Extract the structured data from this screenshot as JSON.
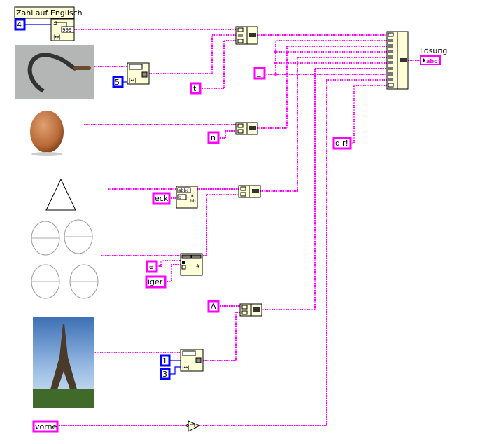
{
  "title_label": "Zahl auf Englisch",
  "indicator_label": "Lösung",
  "indicator_glyph": "abc",
  "number_constants": {
    "four": "4",
    "five": "5",
    "one": "1",
    "three": "3"
  },
  "string_constants": {
    "t": "t",
    "underscore": "_",
    "n": "n",
    "eck": "eck",
    "e": "e",
    "iger": "iger",
    "A": "A",
    "dir": "dir!",
    "vorne": "vorne"
  },
  "pictures": [
    "sickle-picture",
    "egg-picture",
    "triangle-picture",
    "face-sketches-picture",
    "eiffel-tower-picture"
  ],
  "colors": {
    "string_wire": "#ff00ff",
    "numeric_wire": "#0000ff",
    "node_fill": "#ffffd8"
  }
}
